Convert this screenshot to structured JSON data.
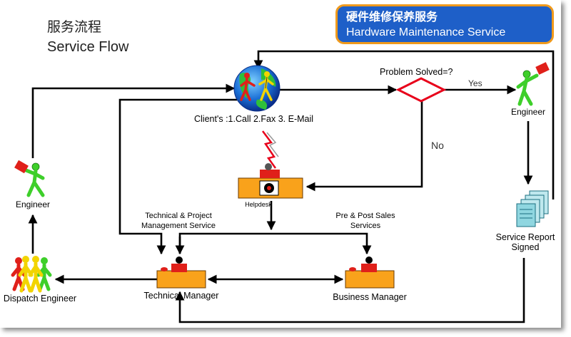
{
  "header": {
    "title_zh": "服务流程",
    "title_en": "Service Flow",
    "badge_zh": "硬件维修保养服务",
    "badge_en": "Hardware Maintenance Service"
  },
  "client": {
    "label": "Client's :1.Call  2.Fax  3. E-Mail"
  },
  "decision": {
    "question": "Problem Solved=?",
    "yes": "Yes",
    "no": "No"
  },
  "nodes": {
    "engineer_top": "Engineer",
    "engineer_left": "Engineer",
    "helpdesk": "Helpdesk",
    "technical_project_line1": "Technical & Project",
    "technical_project_line2": "Management Service",
    "pre_post_line1": "Pre & Post Sales",
    "pre_post_line2": "Services",
    "technical_manager": "Technical Manager",
    "business_manager": "Business Manager",
    "dispatch_engineer": "Dispatch Engineer",
    "service_report_line1": "Service Report",
    "service_report_line2": "Signed"
  },
  "colors": {
    "badge_bg": "#1e5fc8",
    "badge_border": "#f09a1c",
    "desk": "#f9a21b",
    "person_red": "#e0201a",
    "person_green": "#3ecf2a",
    "decision_red": "#e8001a"
  }
}
